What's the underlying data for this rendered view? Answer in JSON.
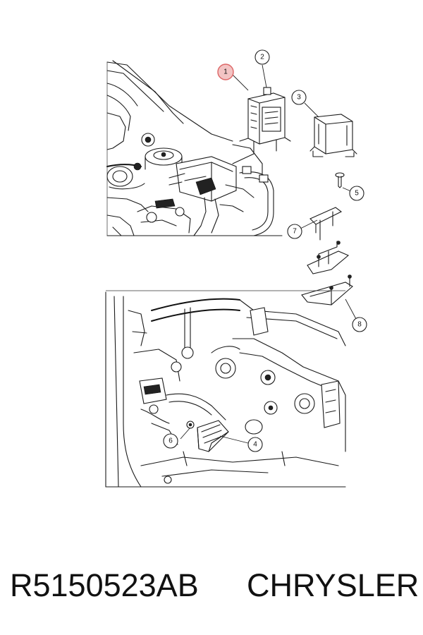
{
  "callouts": {
    "c1": "1",
    "c2": "2",
    "c3": "3",
    "c4": "4",
    "c5": "5",
    "c6": "6",
    "c7": "7",
    "c8": "8"
  },
  "caption": {
    "part_number": "R5150523AB",
    "brand": "CHRYSLER"
  },
  "colors": {
    "highlight": "#f3c4c4",
    "line": "#1a1a1a"
  }
}
